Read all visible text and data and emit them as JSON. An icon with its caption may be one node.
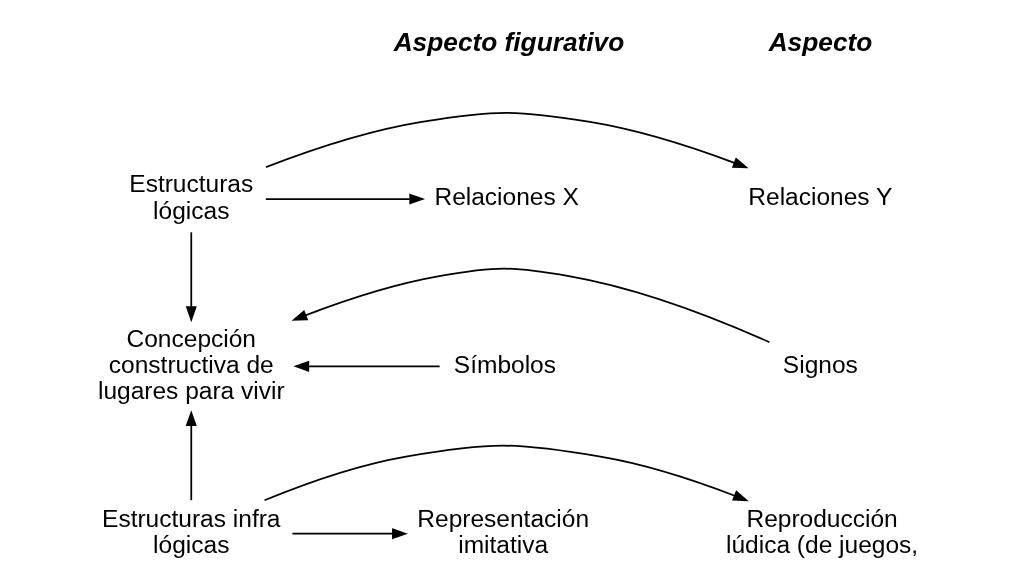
{
  "diagram": {
    "nodes": [
      {
        "text": [
          "Estructuras lógicas"
        ]
      },
      {
        "text": [
          "Relaciones X"
        ]
      },
      {
        "text": [
          "Relaciones Y"
        ]
      },
      {
        "text": [
          "Símbolos"
        ]
      },
      {
        "text": [
          "Concepción constructiva de lugares para vivir"
        ]
      },
      {
        "text": [
          "Signos"
        ]
      },
      {
        "text": [
          "Estructuras infra lógicas"
        ]
      },
      {
        "text": [
          "Representación imitativa"
        ]
      },
      {
        "text": [
          "Reproducción lúdica (de juegos,"
        ]
      }
    ],
    "edges": [
      {
        "from": 0,
        "to": 1,
        "arrow": "to"
      },
      {
        "from": 0,
        "to": 2,
        "arrow": "to"
      },
      {
        "from": 0,
        "to": 4,
        "arrow": "to"
      },
      {
        "from": 3,
        "to": 4,
        "arrow": "to"
      },
      {
        "from": 5,
        "to": 4,
        "arrow": "to"
      },
      {
        "from": 6,
        "to": 4,
        "arrow": "to"
      },
      {
        "from": 6,
        "to": 7,
        "arrow": "to"
      },
      {
        "from": 6,
        "to": 8,
        "arrow": "to"
      }
    ],
    "labels": [
      "Aspecto figurativo",
      "Aspecto"
    ]
  }
}
